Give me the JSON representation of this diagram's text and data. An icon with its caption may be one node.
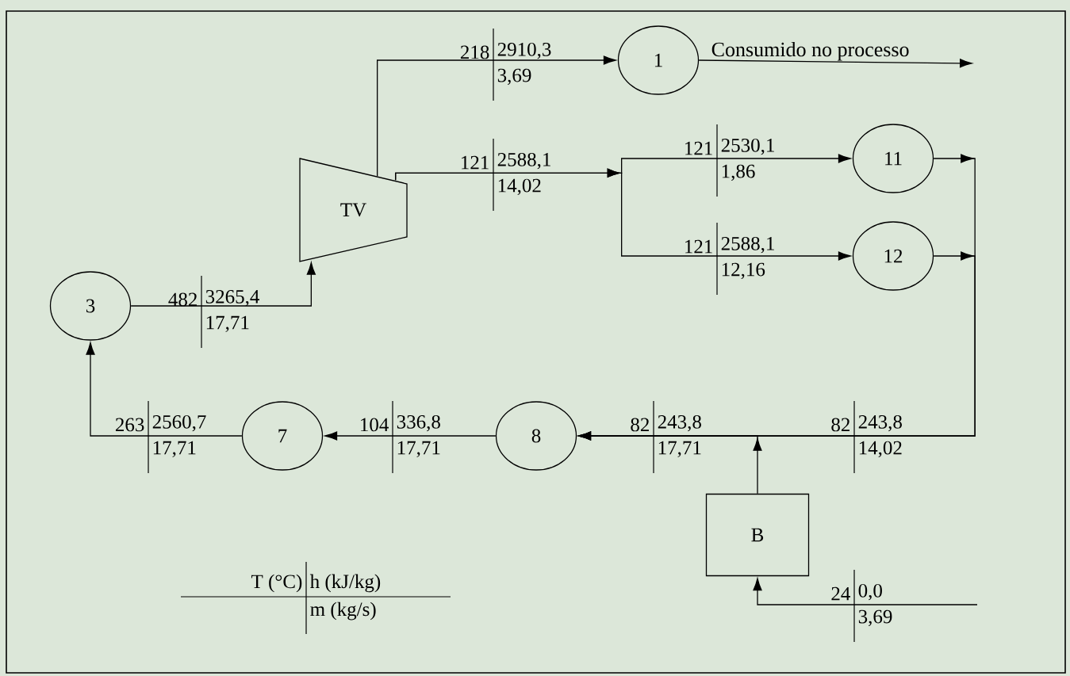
{
  "diagram": {
    "nodes": [
      {
        "text": [
          "1"
        ]
      },
      {
        "text": [
          "11"
        ]
      },
      {
        "text": [
          "TV"
        ]
      },
      {
        "text": [
          "12"
        ]
      },
      {
        "text": [
          "3"
        ]
      },
      {
        "text": [
          "7"
        ]
      },
      {
        "text": [
          "8"
        ]
      },
      {
        "text": [
          "B"
        ]
      }
    ],
    "edges": [
      {
        "from": 2,
        "to": 0,
        "arrow": "to"
      },
      {
        "from": 0,
        "to": null,
        "arrow": "to",
        "label": "Consumido no processo"
      },
      {
        "from": 2,
        "to": 1,
        "arrow": "to"
      },
      {
        "from": 2,
        "to": 3,
        "arrow": "to"
      },
      {
        "from": 1,
        "to": 6,
        "arrow": "to"
      },
      {
        "from": 3,
        "to": 6,
        "arrow": "to"
      },
      {
        "from": 7,
        "to": 6,
        "arrow": "to"
      },
      {
        "from": null,
        "to": 7,
        "arrow": "to"
      },
      {
        "from": 6,
        "to": 5,
        "arrow": "to"
      },
      {
        "from": 5,
        "to": 4,
        "arrow": "to"
      },
      {
        "from": 4,
        "to": 2,
        "arrow": "to"
      }
    ],
    "labels": [
      "218",
      "2910,3",
      "3,69",
      "121",
      "2588,1",
      "14,02",
      "121",
      "2530,1",
      "1,86",
      "121",
      "2588,1",
      "12,16",
      "482",
      "3265,4",
      "17,71",
      "263",
      "2560,7",
      "17,71",
      "104",
      "336,8",
      "17,71",
      "82",
      "243,8",
      "17,71",
      "82",
      "243,8",
      "14,02",
      "24",
      "0,0",
      "3,69",
      "T (°C)",
      "h (kJ/kg)",
      "m (kg/s)"
    ]
  }
}
